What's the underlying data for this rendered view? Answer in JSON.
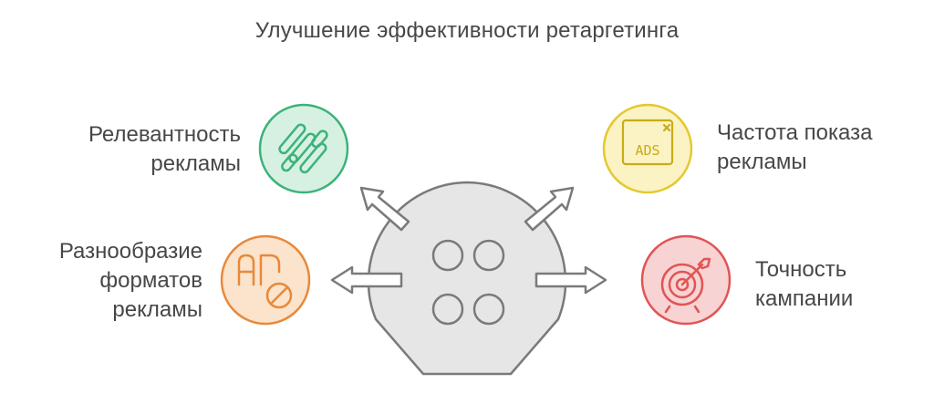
{
  "title": "Улучшение эффективности ретаргетинга",
  "items": {
    "relevance": {
      "line1": "Релевантность",
      "line2": "рекламы",
      "icon": "diagonal-stripes-icon",
      "color": "#3db27a",
      "fill": "#d6f1e2"
    },
    "formats": {
      "line1": "Разнообразие",
      "line2": "форматов",
      "line3": "рекламы",
      "icon": "ad-block-icon",
      "color": "#e8893a",
      "fill": "#fbe3cc"
    },
    "frequency": {
      "line1": "Частота показа",
      "line2": "рекламы",
      "icon": "ads-window-icon",
      "color": "#e3c92e",
      "fill": "#fbf3c4",
      "icon_text": "ADS"
    },
    "precision": {
      "line1": "Точность",
      "line2": "кампании",
      "icon": "target-arrow-icon",
      "color": "#e05555",
      "fill": "#f8d3d3"
    }
  },
  "hub": {
    "icon": "four-circles-icon",
    "color": "#7a7a7a",
    "fill": "#e6e6e6"
  }
}
